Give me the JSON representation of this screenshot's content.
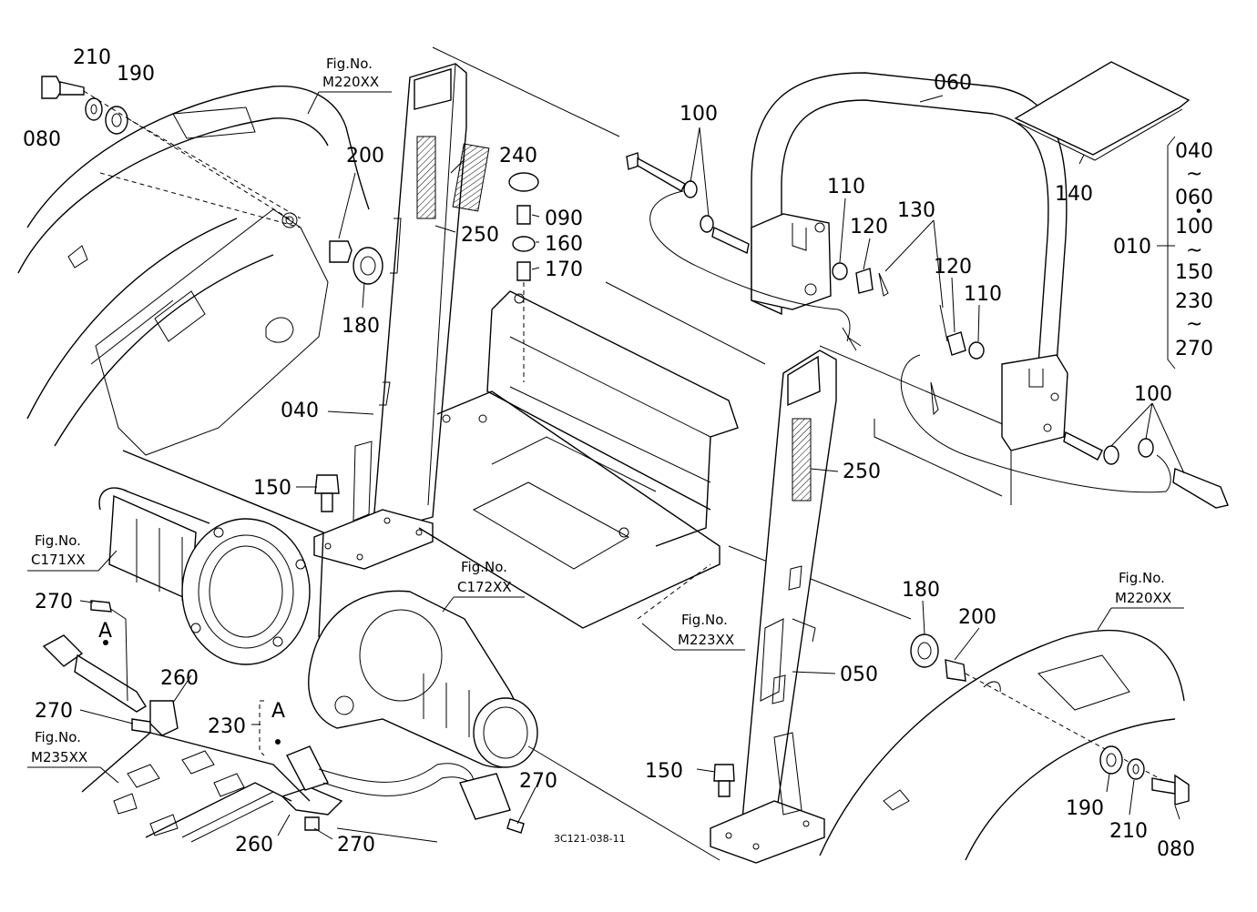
{
  "diagram": {
    "drawing_code": "3C121-038-11",
    "callouts": {
      "c080_left": "080",
      "c210_left": "210",
      "c190_left": "190",
      "c200_left": "200",
      "c180_left": "180",
      "c040": "040",
      "c240": "240",
      "c250_top": "250",
      "c090": "090",
      "c160": "160",
      "c170": "170",
      "c100_top": "100",
      "c060": "060",
      "c140": "140",
      "c110_top": "110",
      "c120_top": "120",
      "c130": "130",
      "c120_right": "120",
      "c110_right": "110",
      "c100_right": "100",
      "c150_left": "150",
      "c250_right": "250",
      "c270_a": "270",
      "c260_a": "260",
      "c270_b": "270",
      "c230": "230",
      "c270_c": "270",
      "c260_b": "260",
      "c270_d": "270",
      "c180_right": "180",
      "c200_right": "200",
      "c050": "050",
      "c150_right": "150",
      "c190_right": "190",
      "c210_right": "210",
      "c080_right": "080",
      "c010": "010"
    },
    "range_list": [
      "040",
      "~",
      "060",
      "・",
      "100",
      "~",
      "150",
      "230",
      "~",
      "270"
    ],
    "view_marker_1": "A",
    "view_marker_2": "A",
    "fig_refs": {
      "top_left": [
        "Fig.No.",
        "M220XX"
      ],
      "c171": [
        "Fig.No.",
        "C171XX"
      ],
      "c172": [
        "Fig.No.",
        "C172XX"
      ],
      "m223": [
        "Fig.No.",
        "M223XX"
      ],
      "m235": [
        "Fig.No.",
        "M235XX"
      ],
      "right": [
        "Fig.No.",
        "M220XX"
      ]
    }
  }
}
